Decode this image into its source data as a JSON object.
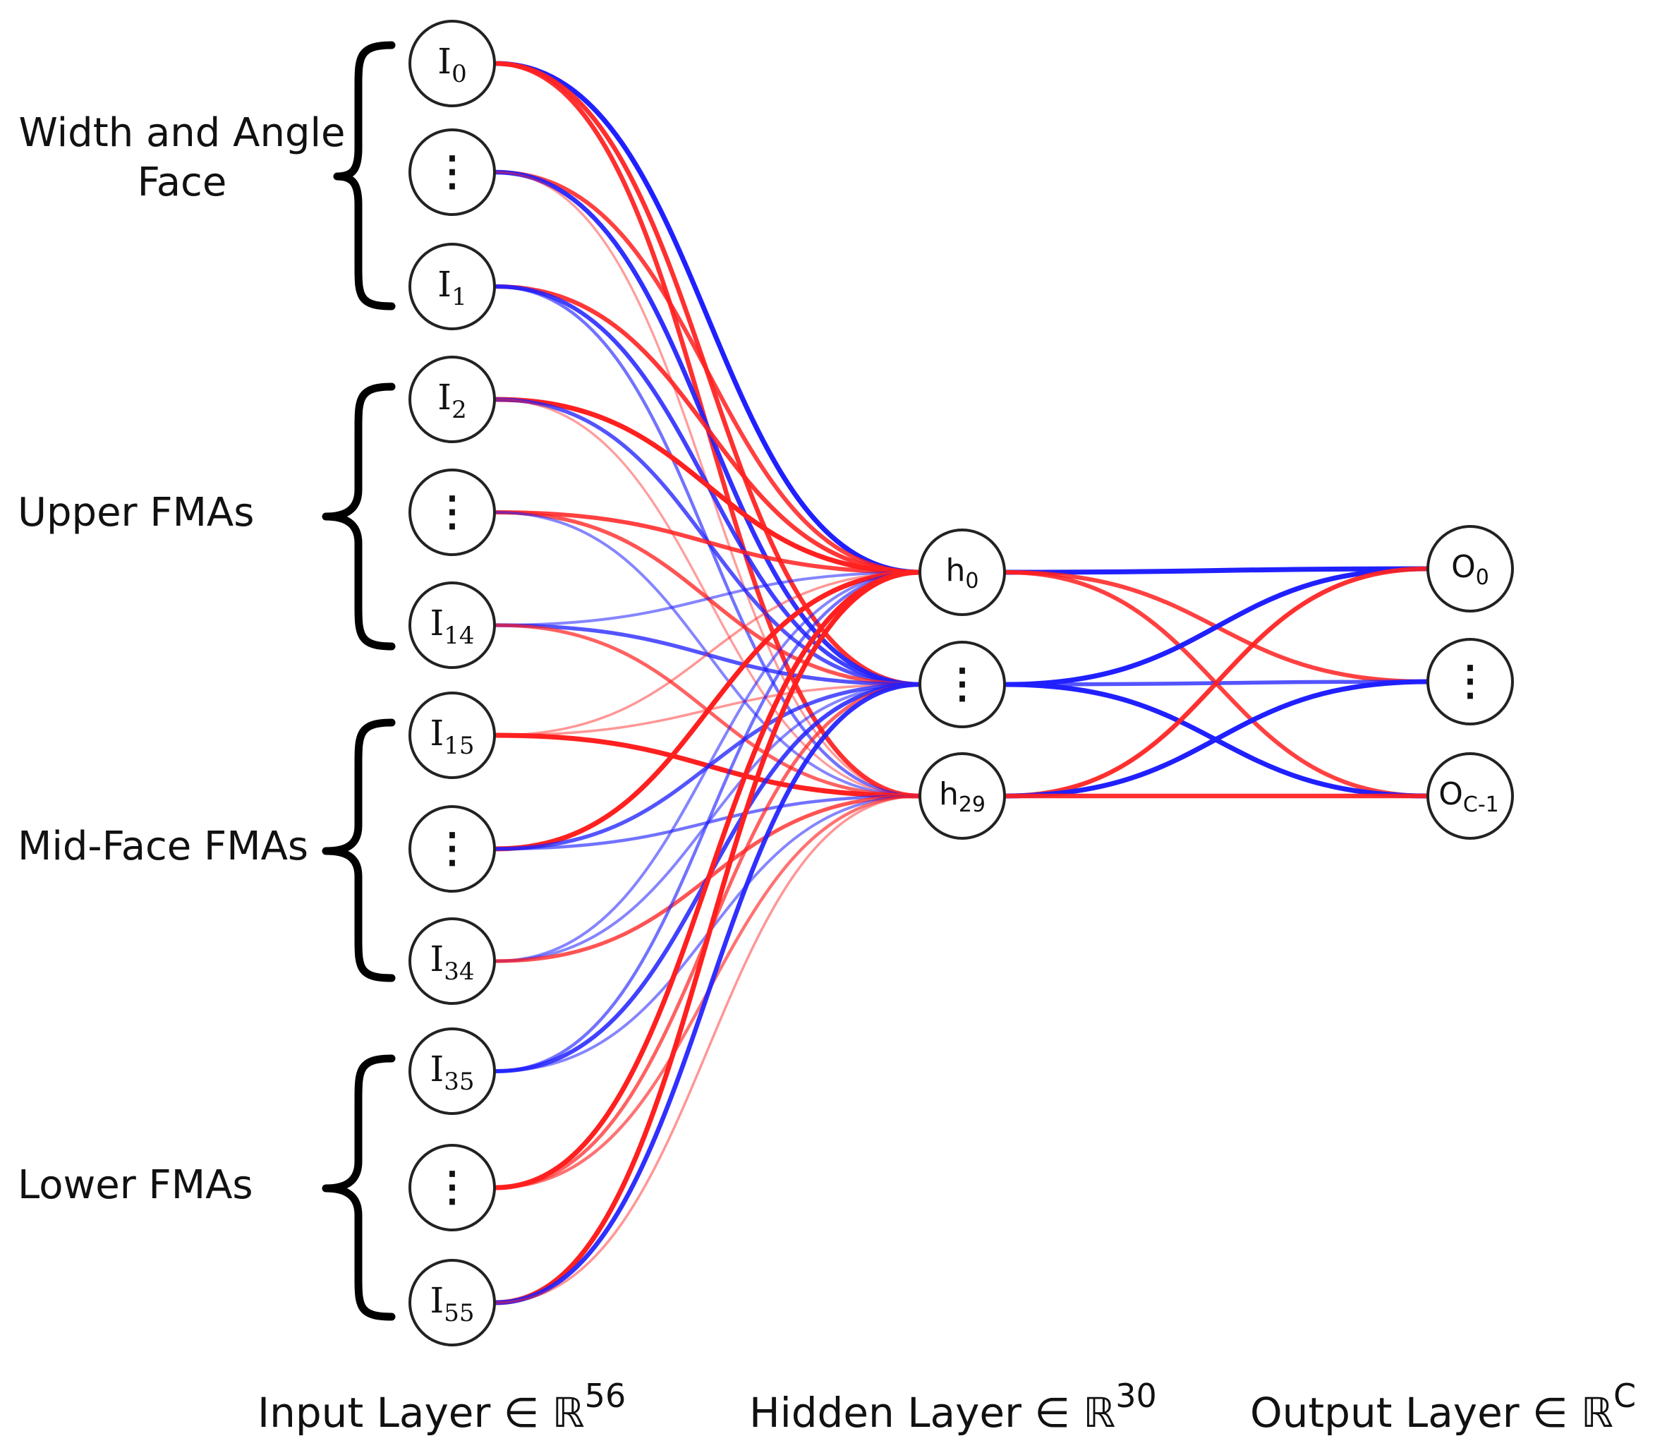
{
  "groups": {
    "width_angle_line1": "Width and Angle",
    "width_angle_line2": "Face",
    "upper": "Upper FMAs",
    "mid": "Mid-Face FMAs",
    "lower": "Lower FMAs"
  },
  "layers": {
    "input": {
      "label": "Input Layer ∈ ℝ",
      "sup": "56"
    },
    "hidden": {
      "label": "Hidden Layer ∈ ℝ",
      "sup": "30"
    },
    "output": {
      "label": "Output Layer ∈ ℝ",
      "sup": "C"
    }
  },
  "input_nodes": [
    {
      "main": "I",
      "sub": "0"
    },
    {
      "ellipsis": "⋮"
    },
    {
      "main": "I",
      "sub": "1"
    },
    {
      "main": "I",
      "sub": "2"
    },
    {
      "ellipsis": "⋮"
    },
    {
      "main": "I",
      "sub": "14"
    },
    {
      "main": "I",
      "sub": "15"
    },
    {
      "ellipsis": "⋮"
    },
    {
      "main": "I",
      "sub": "34"
    },
    {
      "main": "I",
      "sub": "35"
    },
    {
      "ellipsis": "⋮"
    },
    {
      "main": "I",
      "sub": "55"
    }
  ],
  "hidden_nodes": [
    {
      "main": "h",
      "sub": "0"
    },
    {
      "ellipsis": "⋮"
    },
    {
      "main": "h",
      "sub": "29"
    }
  ],
  "output_nodes": [
    {
      "main": "O",
      "sub": "0"
    },
    {
      "ellipsis": "⋮"
    },
    {
      "main": "O",
      "sub": "C-1"
    }
  ],
  "colors": {
    "positive": "#ff2020",
    "negative": "#2020ff",
    "node_stroke": "#222222"
  },
  "input_hidden_edges": [
    [
      0,
      0,
      "b",
      1.0
    ],
    [
      0,
      1,
      "r",
      0.9
    ],
    [
      0,
      2,
      "r",
      0.9
    ],
    [
      1,
      0,
      "r",
      0.8
    ],
    [
      1,
      1,
      "b",
      0.9
    ],
    [
      1,
      2,
      "r",
      0.25
    ],
    [
      2,
      0,
      "r",
      0.85
    ],
    [
      2,
      1,
      "b",
      0.8
    ],
    [
      2,
      2,
      "b",
      0.5
    ],
    [
      3,
      0,
      "r",
      1.0
    ],
    [
      3,
      1,
      "b",
      0.7
    ],
    [
      3,
      2,
      "r",
      0.25
    ],
    [
      4,
      0,
      "r",
      0.8
    ],
    [
      4,
      1,
      "r",
      0.7
    ],
    [
      4,
      2,
      "b",
      0.4
    ],
    [
      5,
      0,
      "b",
      0.4
    ],
    [
      5,
      1,
      "b",
      0.7
    ],
    [
      5,
      2,
      "r",
      0.6
    ],
    [
      6,
      0,
      "r",
      0.3
    ],
    [
      6,
      1,
      "r",
      0.3
    ],
    [
      6,
      2,
      "r",
      1.0
    ],
    [
      7,
      0,
      "r",
      1.0
    ],
    [
      7,
      1,
      "b",
      0.7
    ],
    [
      7,
      2,
      "b",
      0.5
    ],
    [
      8,
      0,
      "b",
      0.4
    ],
    [
      8,
      1,
      "b",
      0.4
    ],
    [
      8,
      2,
      "r",
      0.7
    ],
    [
      9,
      0,
      "b",
      0.5
    ],
    [
      9,
      1,
      "b",
      0.8
    ],
    [
      9,
      2,
      "b",
      0.4
    ],
    [
      10,
      0,
      "r",
      1.0
    ],
    [
      10,
      1,
      "r",
      0.6
    ],
    [
      10,
      2,
      "r",
      0.5
    ],
    [
      11,
      0,
      "r",
      1.0
    ],
    [
      11,
      1,
      "b",
      0.9
    ],
    [
      11,
      2,
      "r",
      0.3
    ]
  ],
  "hidden_output_edges": [
    [
      0,
      0,
      "b",
      1.0
    ],
    [
      0,
      1,
      "r",
      0.8
    ],
    [
      0,
      2,
      "r",
      0.8
    ],
    [
      1,
      0,
      "b",
      1.0
    ],
    [
      1,
      1,
      "b",
      0.7
    ],
    [
      1,
      2,
      "b",
      1.0
    ],
    [
      2,
      0,
      "r",
      0.9
    ],
    [
      2,
      1,
      "b",
      1.0
    ],
    [
      2,
      2,
      "r",
      0.9
    ]
  ]
}
